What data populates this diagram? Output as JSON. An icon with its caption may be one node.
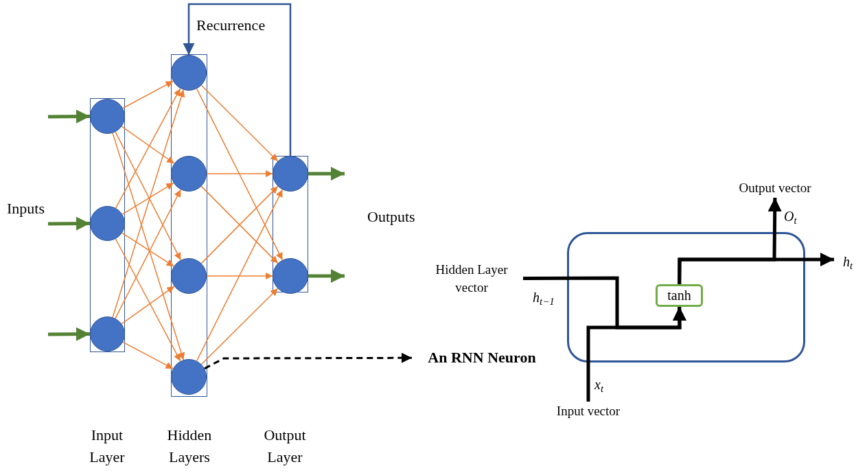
{
  "diagram": {
    "nodes": [
      {
        "text": [],
        "shape": "box"
      },
      {
        "text": [],
        "shape": "box"
      },
      {
        "text": [],
        "shape": "box"
      },
      {
        "text": [],
        "shape": "circle",
        "in": 0
      },
      {
        "text": [],
        "shape": "circle",
        "in": 0
      },
      {
        "text": [],
        "shape": "circle",
        "in": 0
      },
      {
        "text": [],
        "shape": "circle",
        "in": 1
      },
      {
        "text": [],
        "shape": "circle",
        "in": 1
      },
      {
        "text": [],
        "shape": "circle",
        "in": 1
      },
      {
        "text": [],
        "shape": "circle",
        "in": 1
      },
      {
        "text": [],
        "shape": "circle",
        "in": 2
      },
      {
        "text": [],
        "shape": "circle",
        "in": 2
      },
      {
        "text": [
          "An RNN Neuron"
        ]
      },
      {
        "text": [],
        "shape": "box"
      },
      {
        "text": [
          "tanh"
        ],
        "in": 13
      },
      {
        "text": [
          "Hidden Layer vector"
        ]
      },
      {
        "text": [
          "Input vector"
        ]
      },
      {
        "text": [
          "Output vector"
        ]
      }
    ],
    "edges": [
      {
        "from": null,
        "to": 3,
        "arrow": "to",
        "style": "thick",
        "color": "#548235"
      },
      {
        "from": null,
        "to": 4,
        "arrow": "to",
        "style": "thick",
        "color": "#548235"
      },
      {
        "from": null,
        "to": 5,
        "arrow": "to",
        "style": "thick",
        "color": "#548235"
      },
      {
        "from": 10,
        "to": null,
        "arrow": "to",
        "style": "thick",
        "color": "#548235"
      },
      {
        "from": 11,
        "to": null,
        "arrow": "to",
        "style": "thick",
        "color": "#548235"
      },
      {
        "from": 10,
        "to": 6,
        "arrow": "to",
        "label": "Recurrence",
        "color": "#2f5597"
      },
      {
        "from": 3,
        "to": 6,
        "arrow": "to"
      },
      {
        "from": 3,
        "to": 7,
        "arrow": "to"
      },
      {
        "from": 3,
        "to": 8,
        "arrow": "to"
      },
      {
        "from": 3,
        "to": 9,
        "arrow": "to"
      },
      {
        "from": 4,
        "to": 6,
        "arrow": "to"
      },
      {
        "from": 4,
        "to": 7,
        "arrow": "to"
      },
      {
        "from": 4,
        "to": 8,
        "arrow": "to"
      },
      {
        "from": 4,
        "to": 9,
        "arrow": "to"
      },
      {
        "from": 5,
        "to": 6,
        "arrow": "to"
      },
      {
        "from": 5,
        "to": 7,
        "arrow": "to"
      },
      {
        "from": 5,
        "to": 8,
        "arrow": "to"
      },
      {
        "from": 5,
        "to": 9,
        "arrow": "to"
      },
      {
        "from": 6,
        "to": 10,
        "arrow": "to"
      },
      {
        "from": 6,
        "to": 11,
        "arrow": "to"
      },
      {
        "from": 7,
        "to": 10,
        "arrow": "to"
      },
      {
        "from": 7,
        "to": 11,
        "arrow": "to"
      },
      {
        "from": 8,
        "to": 10,
        "arrow": "to"
      },
      {
        "from": 8,
        "to": 11,
        "arrow": "to"
      },
      {
        "from": 9,
        "to": 10,
        "arrow": "to"
      },
      {
        "from": 9,
        "to": 11,
        "arrow": "to"
      },
      {
        "from": 9,
        "to": 12,
        "arrow": "to",
        "style": "dashed",
        "color": "#000000"
      },
      {
        "from": 15,
        "to": 14,
        "arrow": "to",
        "label": "h$_{t−1}$",
        "style": "thick",
        "color": "#000000"
      },
      {
        "from": 16,
        "to": 14,
        "arrow": "to",
        "label": "x$_{t}$",
        "style": "thick",
        "color": "#000000"
      },
      {
        "from": 14,
        "to": 17,
        "arrow": "to",
        "label": "O$_{t}$",
        "style": "thick",
        "color": "#000000"
      },
      {
        "from": 14,
        "to": null,
        "arrow": "to",
        "label": "h$_{t}$",
        "style": "thick",
        "color": "#000000"
      }
    ],
    "labels": [
      "Inputs",
      "Outputs",
      "Input Layer",
      "Hidden Layers",
      "Output Layer"
    ]
  }
}
